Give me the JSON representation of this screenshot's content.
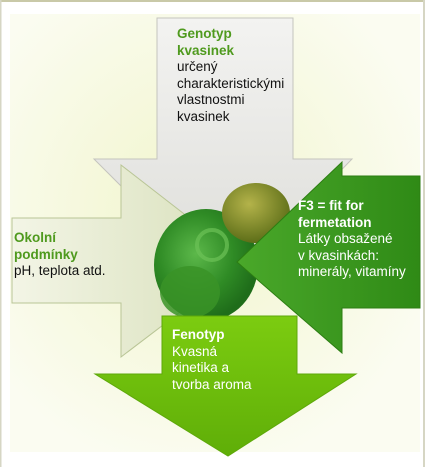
{
  "colors": {
    "background_wash": "#f4f7dc",
    "top_arrow": "#ebebe9",
    "left_arrow": "#e8ecd3",
    "right_arrow": "#3f9a1d",
    "bottom_arrow": "#6fc30c",
    "yeast": "#3f9a2a",
    "text_head_green": "#4f9a1e"
  },
  "diagram": {
    "top": {
      "head_lines": [
        "Genotyp",
        "kvasinek"
      ],
      "body_lines": [
        "určený",
        "charakteristickými",
        "vlastnostmi",
        "kvasinek"
      ]
    },
    "left": {
      "head_lines": [
        "Okolní",
        "podmínky"
      ],
      "body_lines": [
        "pH, teplota atd."
      ]
    },
    "right": {
      "head_lines": [
        "F3 = fit for",
        "fermetation"
      ],
      "body_lines": [
        "Látky obsažené",
        "v kvasinkách:",
        "minerály, vitamíny"
      ]
    },
    "bottom": {
      "head_lines": [
        "Fenotyp"
      ],
      "body_lines": [
        "Kvasná",
        "kinetika a",
        "tvorba aroma"
      ]
    }
  }
}
